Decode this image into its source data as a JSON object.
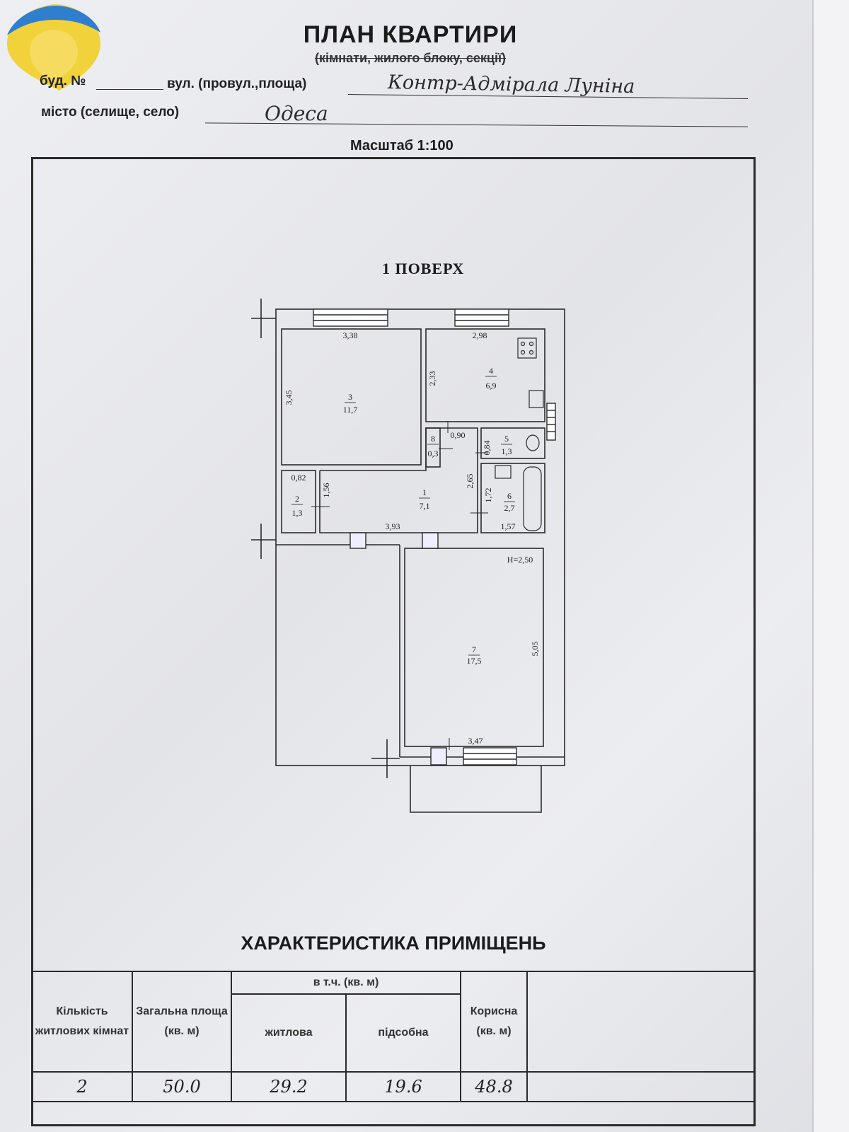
{
  "header": {
    "title": "ПЛАН КВАРТИРИ",
    "subtitle": "(кімнати, жилого блоку, секції)",
    "building_label": "буд. №",
    "street_label": "вул. (провул.,площа)",
    "street_value": "Контр-Адмірала Луніна",
    "city_label": "місто (селище, село)",
    "city_value": "Одеса",
    "scale": "Масштаб 1:100"
  },
  "plan": {
    "floor": "1 ПОВЕРХ",
    "height": "H=2,50",
    "rooms": [
      {
        "number": "1",
        "area": "7,1"
      },
      {
        "number": "2",
        "area": "1,3"
      },
      {
        "number": "3",
        "area": "11,7"
      },
      {
        "number": "4",
        "area": "6,9"
      },
      {
        "number": "5",
        "area": "1,3"
      },
      {
        "number": "6",
        "area": "2,7"
      },
      {
        "number": "7",
        "area": "17,5"
      },
      {
        "number": "8",
        "area": "0,3"
      }
    ],
    "dimensions": [
      "3,38",
      "2,98",
      "3,45",
      "2,33",
      "0,90",
      "0,84",
      "0,82",
      "1,56",
      "2,65",
      "1,72",
      "3,93",
      "1,57",
      "5,05",
      "3,47"
    ]
  },
  "characteristics": {
    "title": "ХАРАКТЕРИСТИКА ПРИМІЩЕНЬ",
    "headers": {
      "rooms_count": "Кількість житлових кімнат",
      "total_area": "Загальна площа (кв. м)",
      "including": "в т.ч. (кв. м)",
      "living": "житлова",
      "auxiliary": "підсобна",
      "useful": "Корисна (кв. м)"
    },
    "values": {
      "rooms_count": "2",
      "total_area": "50.0",
      "living": "29.2",
      "auxiliary": "19.6",
      "useful": "48.8"
    }
  },
  "colors": {
    "logo_blue": "#2f7fd0",
    "logo_yellow": "#f2d23a",
    "ink": "#1b1b1b"
  }
}
